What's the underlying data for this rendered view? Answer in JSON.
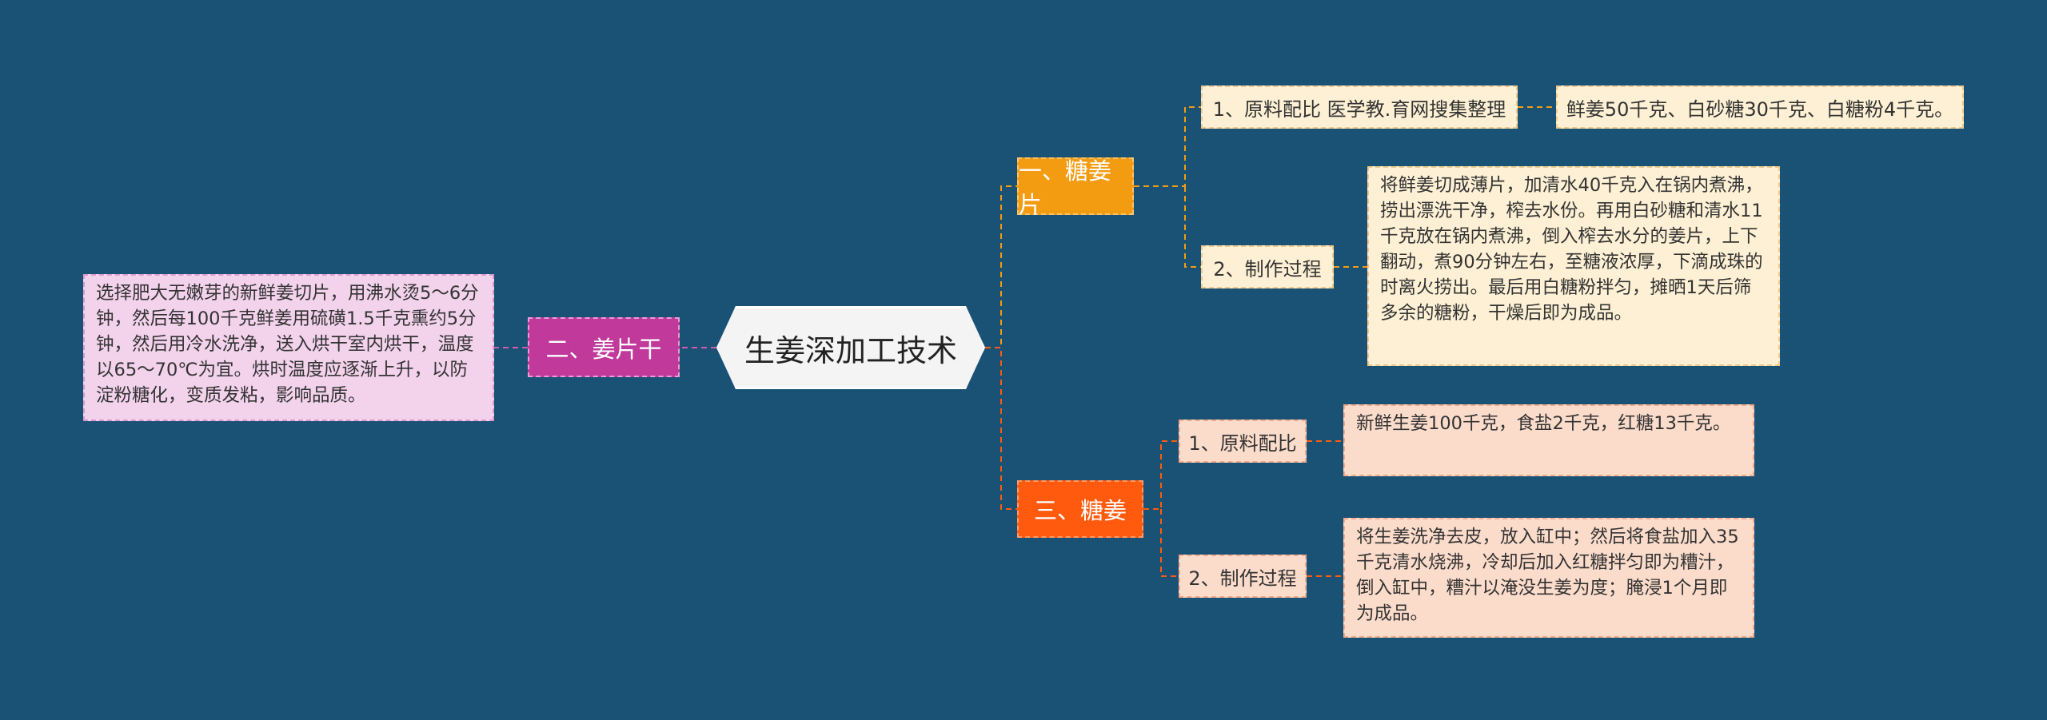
{
  "root": {
    "label": "生姜深加工技术"
  },
  "branch1": {
    "label": "一、糖姜片",
    "item1": {
      "label": "1、原料配比 医学教.育网搜集整理",
      "detail": "鲜姜50千克、白砂糖30千克、白糖粉4千克。"
    },
    "item2": {
      "label": "2、制作过程",
      "detail": "将鲜姜切成薄片，加清水40千克入在锅内煮沸，捞出漂洗干净，榨去水份。再用白砂糖和清水11千克放在锅内煮沸，倒入榨去水分的姜片，上下翻动，煮90分钟左右，至糖液浓厚，下滴成珠的时离火捞出。最后用白糖粉拌匀，摊晒1天后筛多余的糖粉，干燥后即为成品。"
    }
  },
  "branch2": {
    "label": "二、姜片干",
    "detail": "选择肥大无嫩芽的新鲜姜切片，用沸水烫5～6分钟，然后每100千克鲜姜用硫磺1.5千克熏约5分钟，然后用冷水洗净，送入烘干室内烘干，温度以65～70℃为宜。烘时温度应逐渐上升，以防淀粉糖化，变质发粘，影响品质。"
  },
  "branch3": {
    "label": "三、糖姜",
    "item1": {
      "label": "1、原料配比",
      "detail": "新鲜生姜100千克，食盐2千克，红糖13千克。"
    },
    "item2": {
      "label": "2、制作过程",
      "detail": "将生姜洗净去皮，放入缸中；然后将食盐加入35千克清水烧沸，冷却后加入红糖拌匀即为糟汁，倒入缸中，糟汁以淹没生姜为度；腌浸1个月即为成品。"
    }
  },
  "colors": {
    "background": "#1a5276",
    "branch1": "#f39c12",
    "branch2": "#c0399b",
    "branch3": "#ff5a0d",
    "cream": "#fdf0d4",
    "peach": "#fbdccb",
    "pink": "#f3d2ec"
  }
}
